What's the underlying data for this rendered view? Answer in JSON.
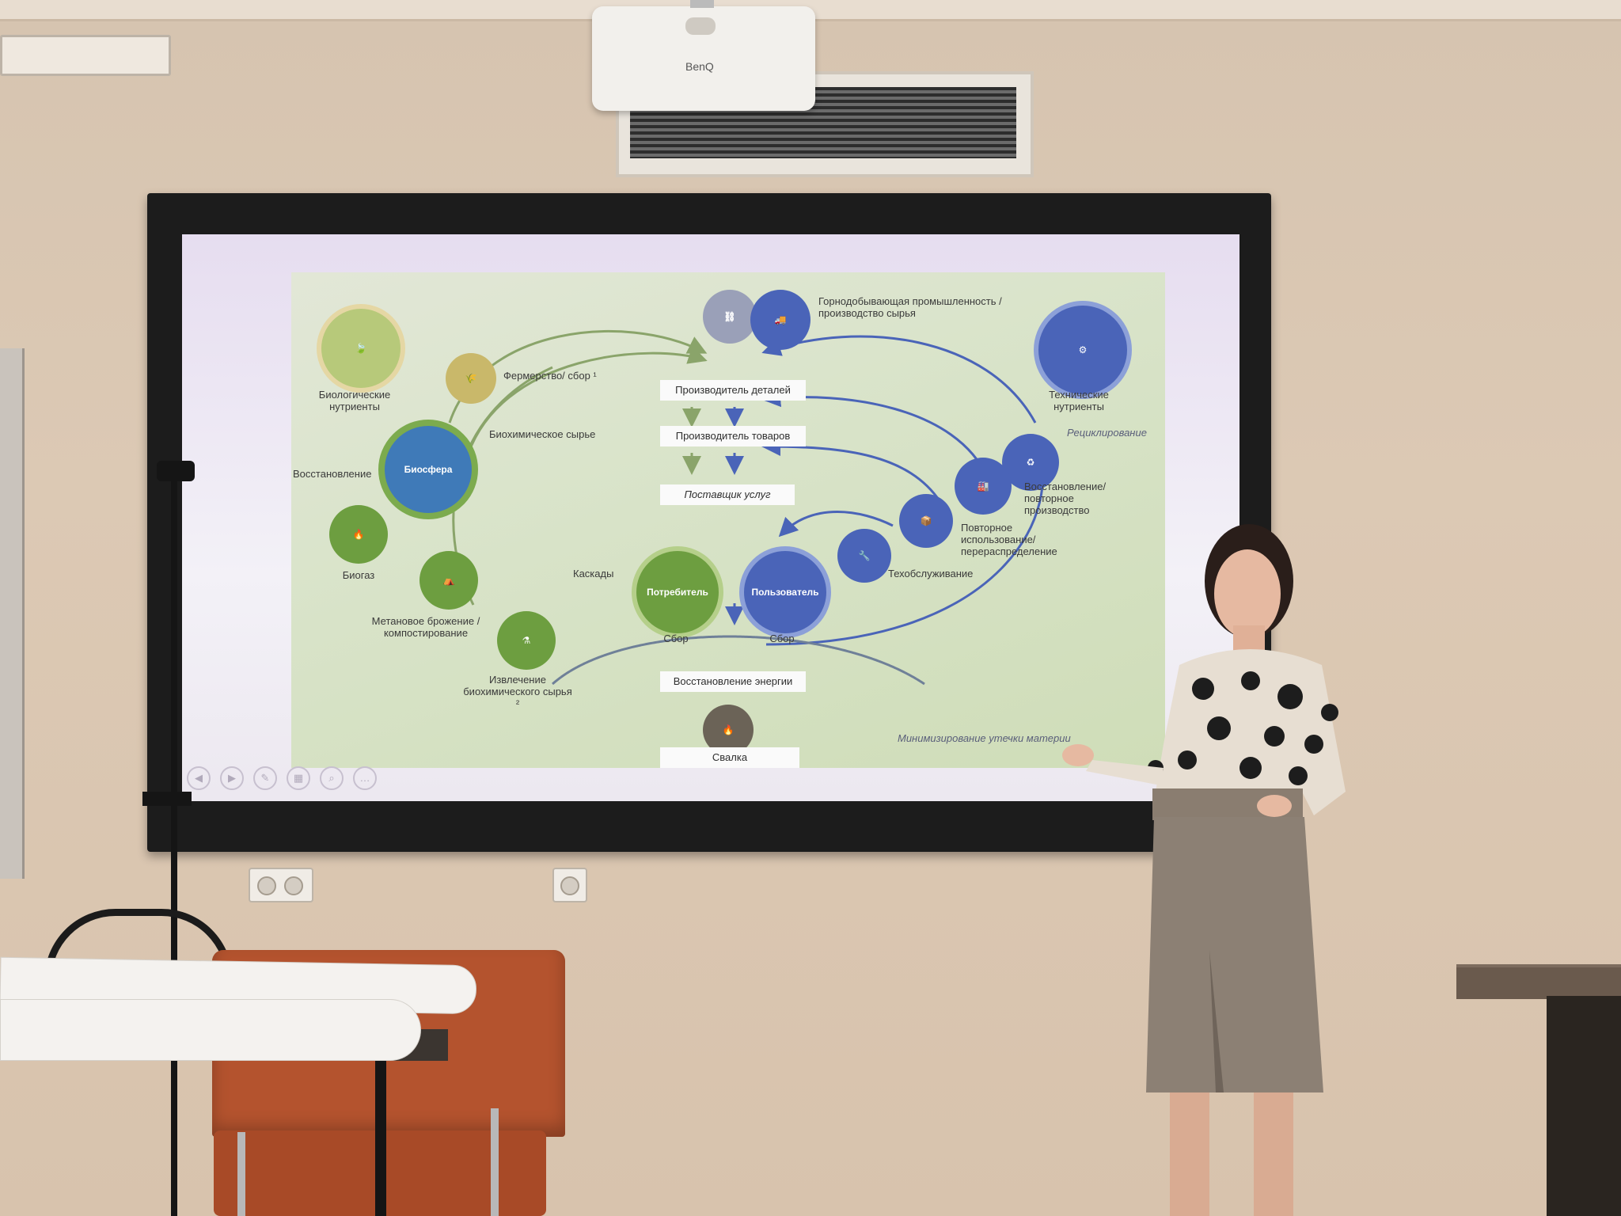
{
  "projector": {
    "brand": "BenQ"
  },
  "slide": {
    "top_source": "Горнодобывающая промышленность / производство сырья",
    "bio_nutrients": "Биологические нутриенты",
    "tech_nutrients": "Технические нутриенты",
    "farming": "Фермерство/ сбор ¹",
    "biochem_raw": "Биохимическое сырье",
    "biosphere": "Биосфера",
    "restoration": "Восстановление",
    "biogas": "Биогаз",
    "methane": "Метановое брожение / компостирование",
    "extraction": "Извлечение биохимического сырья ²",
    "cascades": "Каскады",
    "parts_maker": "Производитель деталей",
    "goods_maker": "Производитель товаров",
    "service_provider": "Поставщик услуг",
    "consumer": "Потребитель",
    "user": "Пользователь",
    "collect1": "Сбор",
    "collect2": "Сбор",
    "energy_recovery": "Восстановление энергии",
    "landfill": "Свалка",
    "recycling": "Рециклирование",
    "remanufacture": "Восстановление/ повторное производство",
    "reuse": "Повторное использование/ перераспределение",
    "maintenance": "Техобслуживание",
    "minimize_loss": "Минимизирование утечки материи"
  },
  "colors": {
    "bio_green": "#6b9a3e",
    "tech_blue": "#4a64b8",
    "frame": "#1c1c1c"
  }
}
